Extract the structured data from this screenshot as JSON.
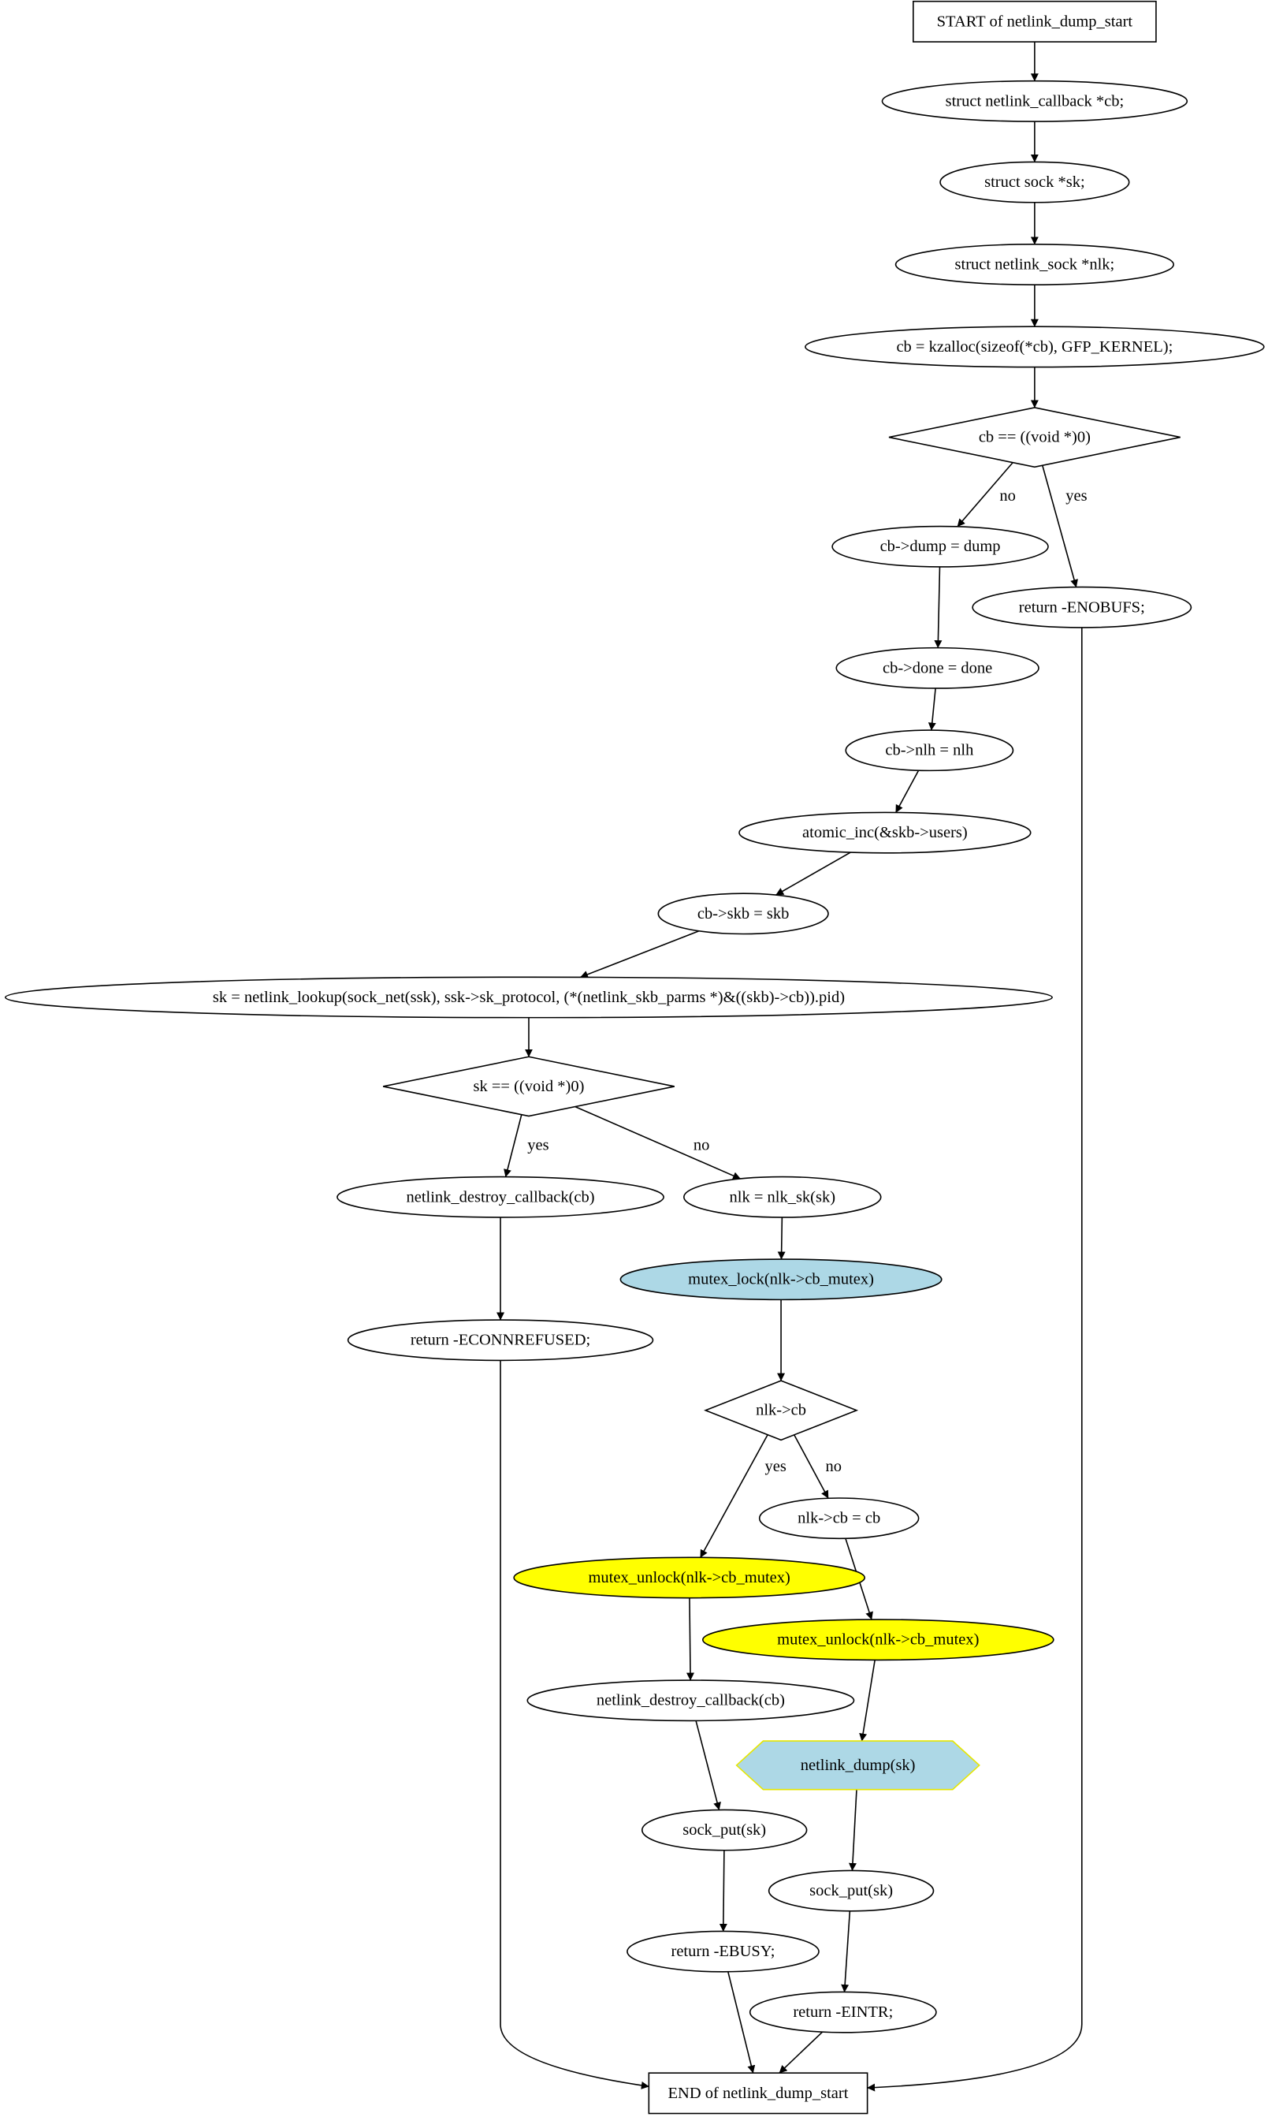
{
  "colors": {
    "background": "#ffffff",
    "stroke": "#000000",
    "lightblue": "#add8e6",
    "yellow": "#ffff00",
    "hex_border": "#e6e600"
  },
  "nodes": {
    "start": "START of netlink_dump_start",
    "decl_cb": "struct netlink_callback *cb;",
    "decl_sk": "struct sock *sk;",
    "decl_nlk": "struct netlink_sock *nlk;",
    "kzalloc": "cb = kzalloc(sizeof(*cb), GFP_KERNEL);",
    "cb_null": "cb == ((void *)0)",
    "cb_dump": "cb->dump = dump",
    "ret_enobufs": "return -ENOBUFS;",
    "cb_done": "cb->done = done",
    "cb_nlh": "cb->nlh = nlh",
    "atomic_inc": "atomic_inc(&skb->users)",
    "cb_skb": "cb->skb = skb",
    "lookup": "sk = netlink_lookup(sock_net(ssk), ssk->sk_protocol, (*(netlink_skb_parms *)&((skb)->cb)).pid)",
    "sk_null": "sk == ((void *)0)",
    "destroy1": "netlink_destroy_callback(cb)",
    "nlk_sk": "nlk = nlk_sk(sk)",
    "ret_econnrefused": "return -ECONNREFUSED;",
    "mutex_lock": "mutex_lock(nlk->cb_mutex)",
    "nlk_cb": "nlk->cb",
    "nlk_cb_assign": "nlk->cb = cb",
    "unlock1": "mutex_unlock(nlk->cb_mutex)",
    "unlock2": "mutex_unlock(nlk->cb_mutex)",
    "destroy2": "netlink_destroy_callback(cb)",
    "netlink_dump": "netlink_dump(sk)",
    "sock_put1": "sock_put(sk)",
    "sock_put2": "sock_put(sk)",
    "ret_ebusy": "return -EBUSY;",
    "ret_eintr": "return -EINTR;",
    "end": "END of netlink_dump_start"
  },
  "edge_labels": {
    "yes": "yes",
    "no": "no"
  }
}
